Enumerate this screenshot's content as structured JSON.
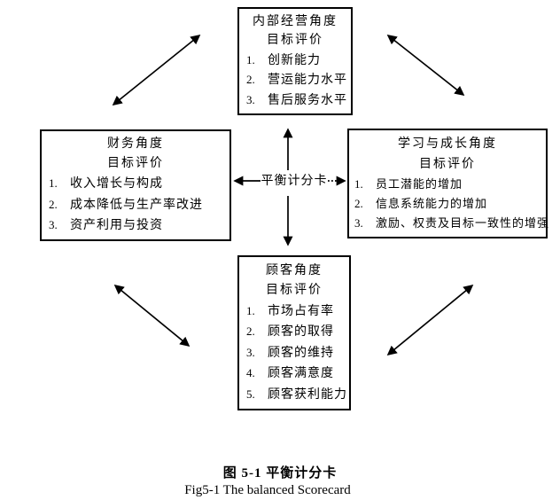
{
  "page": {
    "background": "#ffffff",
    "ink": "#000000"
  },
  "center": {
    "label": "平衡计分卡"
  },
  "boxes": {
    "internal": {
      "title": "内部经营角度",
      "subtitle": "目标评价",
      "items": [
        {
          "n": "1.",
          "t": "创新能力"
        },
        {
          "n": "2.",
          "t": "营运能力水平"
        },
        {
          "n": "3.",
          "t": "售后服务水平"
        }
      ]
    },
    "finance": {
      "title": "财务角度",
      "subtitle": "目标评价",
      "items": [
        {
          "n": "1.",
          "t": "收入增长与构成"
        },
        {
          "n": "2.",
          "t": "成本降低与生产率改进"
        },
        {
          "n": "3.",
          "t": "资产利用与投资"
        }
      ]
    },
    "learning": {
      "title": "学习与成长角度",
      "subtitle": "目标评价",
      "items": [
        {
          "n": "1.",
          "t": "员工潜能的增加"
        },
        {
          "n": "2.",
          "t": "信息系统能力的增加"
        },
        {
          "n": "3.",
          "t": "激励、权责及目标一致性的增强"
        }
      ]
    },
    "customer": {
      "title": "顾客角度",
      "subtitle": "目标评价",
      "items": [
        {
          "n": "1.",
          "t": "市场占有率"
        },
        {
          "n": "2.",
          "t": "顾客的取得"
        },
        {
          "n": "3.",
          "t": "顾客的维持"
        },
        {
          "n": "4.",
          "t": "顾客满意度"
        },
        {
          "n": "5.",
          "t": "顾客获利能力"
        }
      ]
    }
  },
  "caption": {
    "zh": "图 5-1 平衡计分卡",
    "en": "Fig5-1 The balanced Scorecard"
  }
}
